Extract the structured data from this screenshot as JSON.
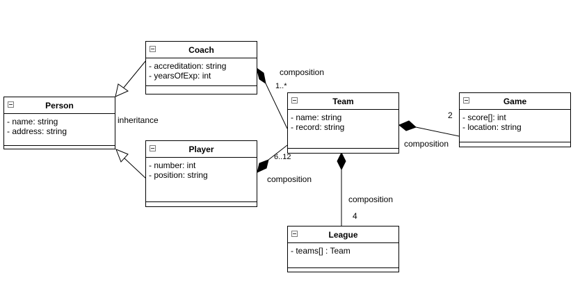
{
  "classes": {
    "coach": {
      "name": "Coach",
      "attrs": [
        "- accreditation: string",
        "- yearsOfExp: int"
      ]
    },
    "person": {
      "name": "Person",
      "attrs": [
        "- name: string",
        "- address: string"
      ]
    },
    "player": {
      "name": "Player",
      "attrs": [
        "- number: int",
        "- position: string"
      ]
    },
    "team": {
      "name": "Team",
      "attrs": [
        "- name: string",
        "- record: string"
      ]
    },
    "game": {
      "name": "Game",
      "attrs": [
        "- score[]: int",
        "- location: string"
      ]
    },
    "league": {
      "name": "League",
      "attrs": [
        "- teams[] : Team"
      ]
    }
  },
  "labels": {
    "inheritance": "inheritance",
    "comp_coach": "composition",
    "comp_player": "composition",
    "comp_game": "composition",
    "comp_league": "composition",
    "mult_coach": "1..*",
    "mult_player": "6..12",
    "mult_game": "2",
    "mult_league": "4"
  }
}
